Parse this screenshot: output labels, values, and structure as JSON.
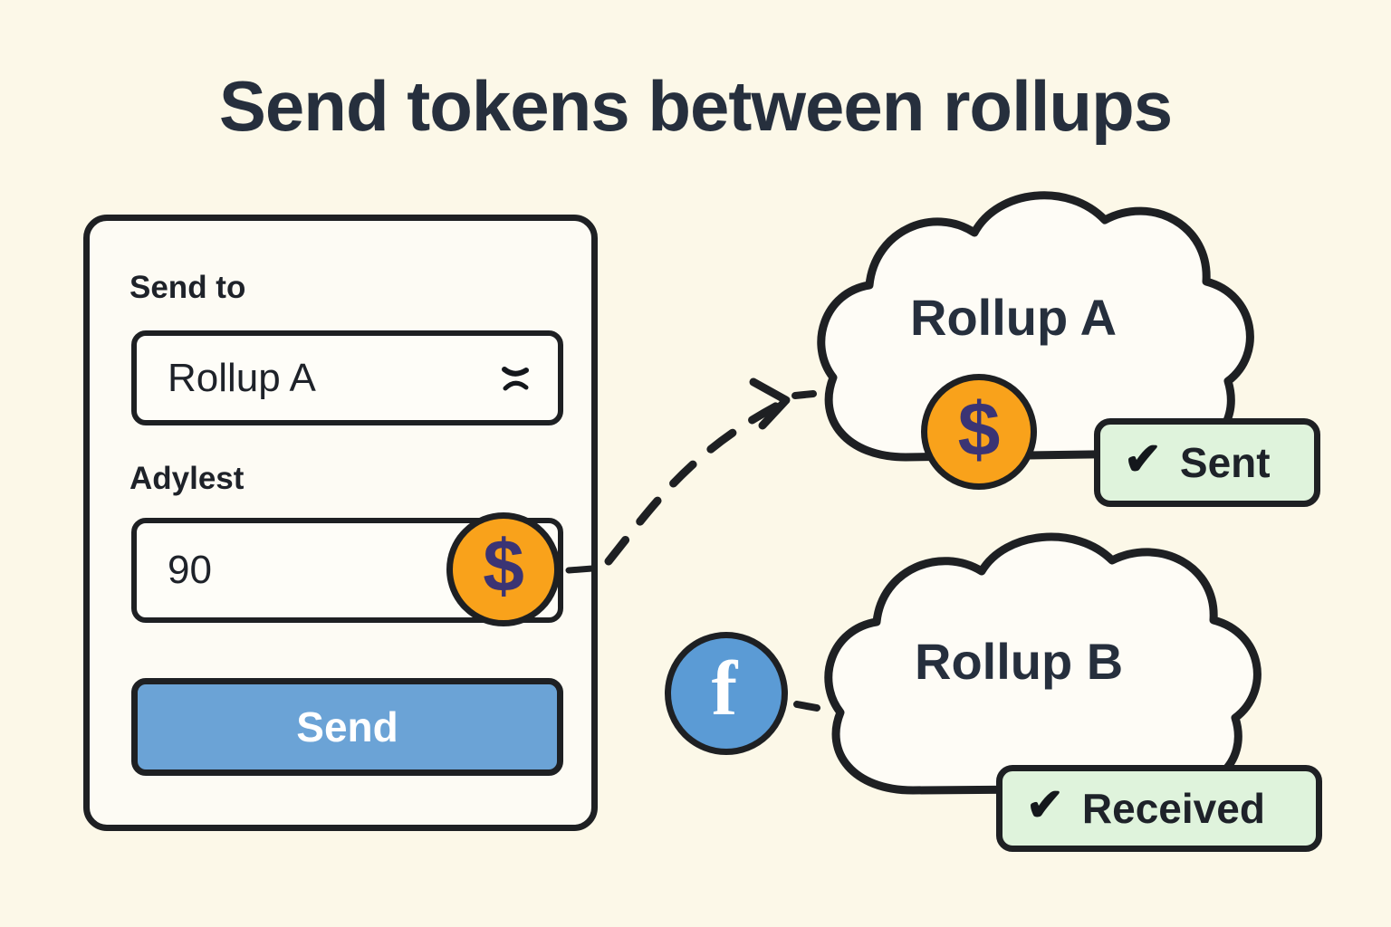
{
  "page": {
    "title": "Send tokens between rollups",
    "background_color": "#FCF8E8",
    "ink_color": "#1E2023",
    "title_color": "#262F3D"
  },
  "form": {
    "send_to": {
      "label": "Send to",
      "value": "Rollup A",
      "placeholder": "Rollup A",
      "clear_icon": "close-x-icon"
    },
    "amount": {
      "label": "Adylest",
      "value": "90",
      "placeholder": "90",
      "coin_icon": "dollar-coin-icon",
      "coin_glyph": "$",
      "coin_color": "#F9A21B",
      "coin_glyph_color": "#3B3474"
    },
    "submit": {
      "label": "Send",
      "color": "#6BA3D6",
      "text_color": "#FFFFFF"
    }
  },
  "diagram": {
    "nodes": [
      {
        "id": "rollup-a",
        "label": "Rollup A",
        "shape": "cloud",
        "coin_glyph": "$",
        "badge": {
          "icon": "check-icon",
          "glyph": "✔",
          "label": "Sent",
          "color": "#DFF3DC"
        }
      },
      {
        "id": "rollup-b",
        "label": "Rollup B",
        "shape": "cloud",
        "badge": {
          "icon": "check-icon",
          "glyph": "✔",
          "label": "Received",
          "color": "#DFF3DC"
        }
      }
    ],
    "social_icon": {
      "name": "facebook-icon",
      "glyph": "f",
      "color": "#5B9BD5",
      "glyph_color": "#FFFFFF"
    },
    "connector": {
      "style": "dashed-curved-arrow",
      "from": "amount-coin",
      "to": "rollup-a"
    }
  }
}
